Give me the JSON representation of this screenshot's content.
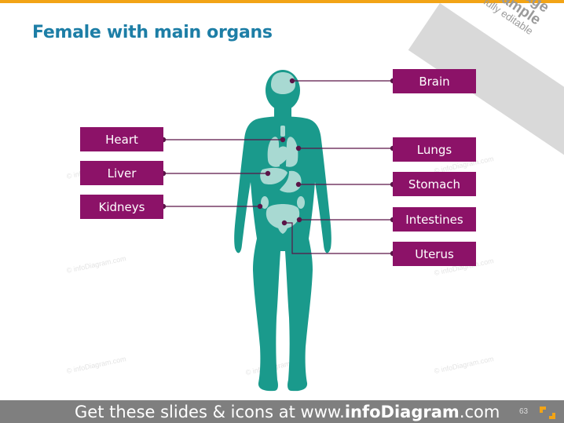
{
  "title": "Female with main organs",
  "ribbon": {
    "line1": "Usage",
    "line2": "example",
    "line3": "fully editable"
  },
  "labels": {
    "brain": "Brain",
    "heart": "Heart",
    "lungs": "Lungs",
    "liver": "Liver",
    "stomach": "Stomach",
    "kidneys": "Kidneys",
    "intestines": "Intestines",
    "uterus": "Uterus"
  },
  "footer": {
    "prefix": "Get these slides & icons at www.",
    "brand": "infoDiagram",
    "suffix": ".com",
    "page": "63"
  },
  "watermark": "© infoDiagram.com",
  "colors": {
    "title": "#1d7ea6",
    "label_bg": "#8c1268",
    "body": "#1a9a8c",
    "organ": "#a8d9d2",
    "footer": "#7f7f7f",
    "accent": "#f2a416"
  }
}
